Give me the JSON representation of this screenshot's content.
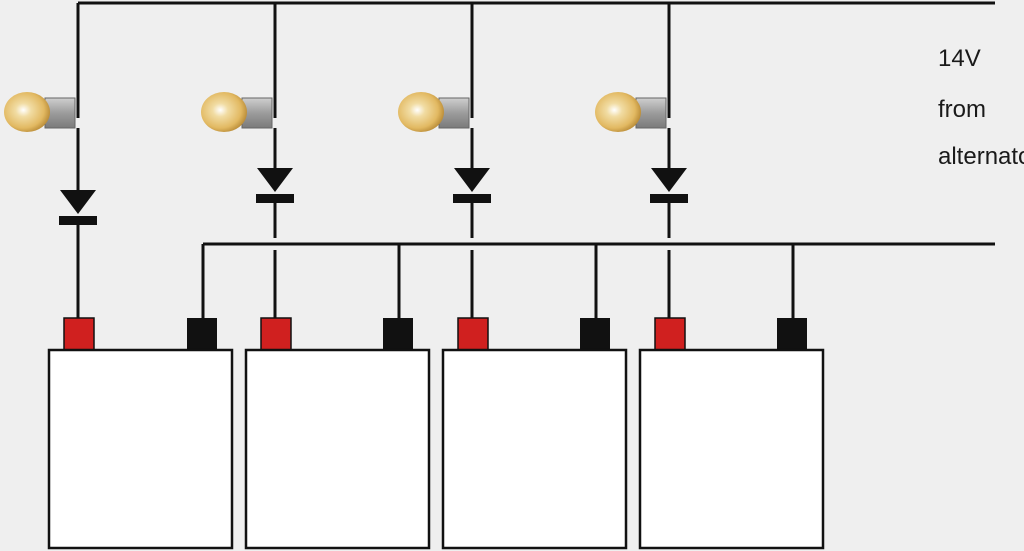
{
  "label": {
    "lines": [
      "14V",
      "from",
      "alternator"
    ]
  },
  "colors": {
    "background": "#efefef",
    "wire": "#111111",
    "positive_terminal": "#d0201f",
    "negative_terminal": "#111111",
    "battery_body": "#ffffff",
    "bulb_glass": "#e2b962",
    "bulb_base": "#999999"
  },
  "components": {
    "batteries": 4,
    "bulbs": 4,
    "diodes": 4
  }
}
